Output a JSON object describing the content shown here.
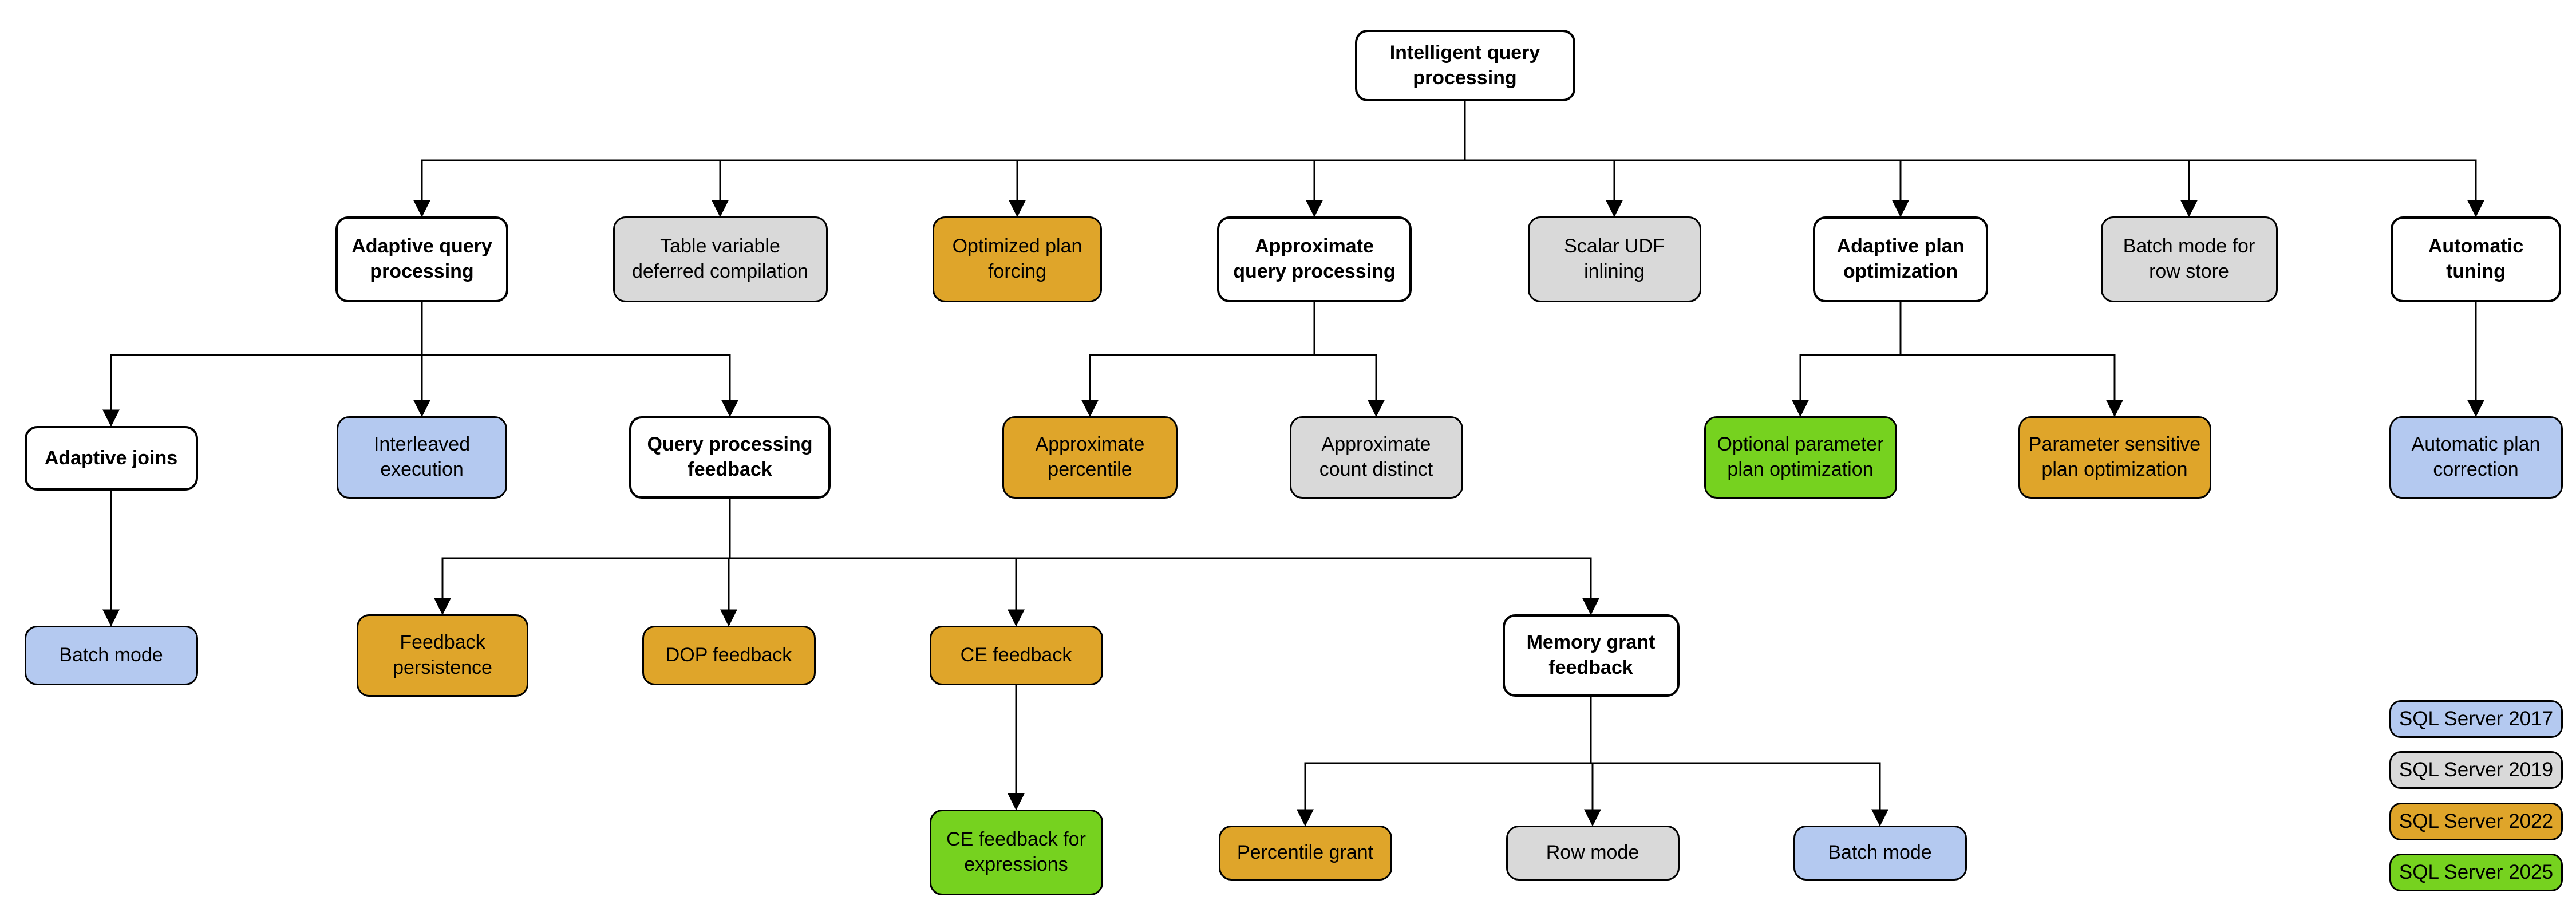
{
  "diagram_title": "Intelligent query processing",
  "colors": {
    "sql_server_2017": "#b4c9f0",
    "sql_server_2019": "#d9d9d9",
    "sql_server_2022": "#dfa52a",
    "sql_server_2025": "#76d21f",
    "parent_fill": "#ffffff",
    "line": "#000000"
  },
  "nodes": [
    {
      "id": "iqp",
      "label": "Intelligent query\nprocessing",
      "variant": "parent"
    },
    {
      "id": "aqp",
      "label": "Adaptive query\nprocessing",
      "variant": "parent"
    },
    {
      "id": "tvdc",
      "label": "Table variable\ndeferred compilation",
      "variant": "2019"
    },
    {
      "id": "opf",
      "label": "Optimized plan\nforcing",
      "variant": "2022"
    },
    {
      "id": "aqproc",
      "label": "Approximate\nquery processing",
      "variant": "parent"
    },
    {
      "id": "sudf",
      "label": "Scalar UDF\ninlining",
      "variant": "2019"
    },
    {
      "id": "apo",
      "label": "Adaptive plan\noptimization",
      "variant": "parent"
    },
    {
      "id": "bmrs",
      "label": "Batch mode for\nrow store",
      "variant": "2019"
    },
    {
      "id": "at",
      "label": "Automatic\ntuning",
      "variant": "parent"
    },
    {
      "id": "aj",
      "label": "Adaptive joins",
      "variant": "parent"
    },
    {
      "id": "ie",
      "label": "Interleaved\nexecution",
      "variant": "2017"
    },
    {
      "id": "qpf",
      "label": "Query processing\nfeedback",
      "variant": "parent"
    },
    {
      "id": "apct",
      "label": "Approximate\npercentile",
      "variant": "2022"
    },
    {
      "id": "acd",
      "label": "Approximate\ncount distinct",
      "variant": "2019"
    },
    {
      "id": "oppo",
      "label": "Optional parameter\nplan optimization",
      "variant": "2025"
    },
    {
      "id": "pspo",
      "label": "Parameter sensitive\nplan optimization",
      "variant": "2022"
    },
    {
      "id": "apc",
      "label": "Automatic plan\ncorrection",
      "variant": "2017"
    },
    {
      "id": "bm1",
      "label": "Batch mode",
      "variant": "2017"
    },
    {
      "id": "fp",
      "label": "Feedback\npersistence",
      "variant": "2022"
    },
    {
      "id": "dop",
      "label": "DOP feedback",
      "variant": "2022"
    },
    {
      "id": "cef",
      "label": "CE feedback",
      "variant": "2022"
    },
    {
      "id": "mgf",
      "label": "Memory grant\nfeedback",
      "variant": "parent"
    },
    {
      "id": "cefe",
      "label": "CE feedback for\nexpressions",
      "variant": "2025"
    },
    {
      "id": "pg",
      "label": "Percentile grant",
      "variant": "2022"
    },
    {
      "id": "rm",
      "label": "Row mode",
      "variant": "2019"
    },
    {
      "id": "bm2",
      "label": "Batch mode",
      "variant": "2017"
    }
  ],
  "edges": [
    {
      "from": "iqp",
      "to": "aqp"
    },
    {
      "from": "iqp",
      "to": "tvdc"
    },
    {
      "from": "iqp",
      "to": "opf"
    },
    {
      "from": "iqp",
      "to": "aqproc"
    },
    {
      "from": "iqp",
      "to": "sudf"
    },
    {
      "from": "iqp",
      "to": "apo"
    },
    {
      "from": "iqp",
      "to": "bmrs"
    },
    {
      "from": "iqp",
      "to": "at"
    },
    {
      "from": "aqp",
      "to": "aj"
    },
    {
      "from": "aqp",
      "to": "ie"
    },
    {
      "from": "aqp",
      "to": "qpf"
    },
    {
      "from": "aqproc",
      "to": "apct"
    },
    {
      "from": "aqproc",
      "to": "acd"
    },
    {
      "from": "apo",
      "to": "oppo"
    },
    {
      "from": "apo",
      "to": "pspo"
    },
    {
      "from": "at",
      "to": "apc"
    },
    {
      "from": "aj",
      "to": "bm1"
    },
    {
      "from": "qpf",
      "to": "fp"
    },
    {
      "from": "qpf",
      "to": "dop"
    },
    {
      "from": "qpf",
      "to": "cef"
    },
    {
      "from": "qpf",
      "to": "mgf"
    },
    {
      "from": "cef",
      "to": "cefe"
    },
    {
      "from": "mgf",
      "to": "pg"
    },
    {
      "from": "mgf",
      "to": "rm"
    },
    {
      "from": "mgf",
      "to": "bm2"
    }
  ],
  "legend": [
    {
      "label": "SQL Server 2017",
      "variant": "2017"
    },
    {
      "label": "SQL Server 2019",
      "variant": "2019"
    },
    {
      "label": "SQL Server 2022",
      "variant": "2022"
    },
    {
      "label": "SQL Server 2025",
      "variant": "2025"
    }
  ]
}
